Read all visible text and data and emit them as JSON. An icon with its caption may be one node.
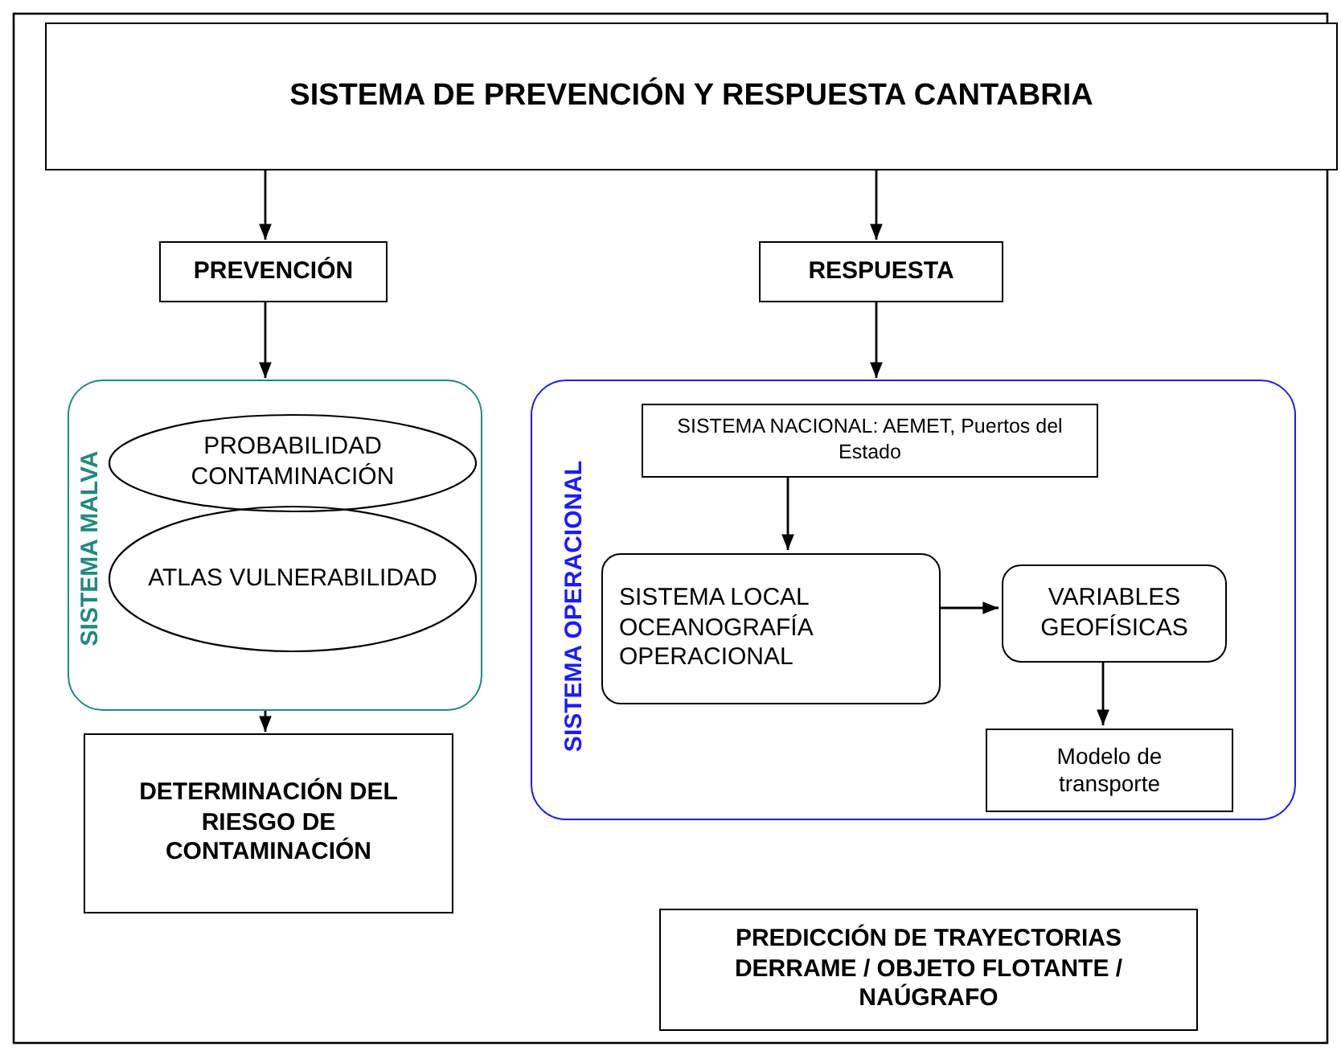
{
  "diagram": {
    "nodes": [
      {
        "text": [
          "SISTEMA DE PREVENCIÓN Y RESPUESTA CANTABRIA"
        ]
      },
      {
        "text": [
          "PREVENCIÓN"
        ]
      },
      {
        "text": [
          "RESPUESTA"
        ]
      },
      {
        "text": [
          "SISTEMA MALVA"
        ]
      },
      {
        "text": [
          "PROBABILIDAD CONTAMINACIÓN"
        ],
        "in": 3
      },
      {
        "text": [
          "ATLAS VULNERABILIDAD"
        ],
        "in": 3
      },
      {
        "text": [
          "DETERMINACIÓN DEL RIESGO DE CONTAMINACIÓN"
        ]
      },
      {
        "text": [
          "SISTEMA OPERACIONAL"
        ]
      },
      {
        "text": [
          "SISTEMA NACIONAL: AEMET, Puertos del Estado"
        ],
        "in": 7
      },
      {
        "text": [
          "SISTEMA LOCAL OCEANOGRAFÍA OPERACIONAL"
        ],
        "in": 7
      },
      {
        "text": [
          "VARIABLES GEOFÍSICAS"
        ],
        "in": 7
      },
      {
        "text": [
          "Modelo de transporte"
        ],
        "in": 7
      },
      {
        "text": [
          "PREDICCIÓN DE TRAYECTORIAS DERRAME / OBJETO FLOTANTE / NAÚGRAFO"
        ]
      }
    ],
    "edges": [
      {
        "from": 0,
        "to": 1,
        "arrow": "to"
      },
      {
        "from": 0,
        "to": 2,
        "arrow": "to"
      },
      {
        "from": 1,
        "to": 3,
        "arrow": "to"
      },
      {
        "from": 2,
        "to": 7,
        "arrow": "to"
      },
      {
        "from": 3,
        "to": 6,
        "arrow": "to"
      },
      {
        "from": 8,
        "to": 9,
        "arrow": "to"
      },
      {
        "from": 9,
        "to": 10,
        "arrow": "to"
      },
      {
        "from": 10,
        "to": 11,
        "arrow": "to"
      }
    ]
  }
}
